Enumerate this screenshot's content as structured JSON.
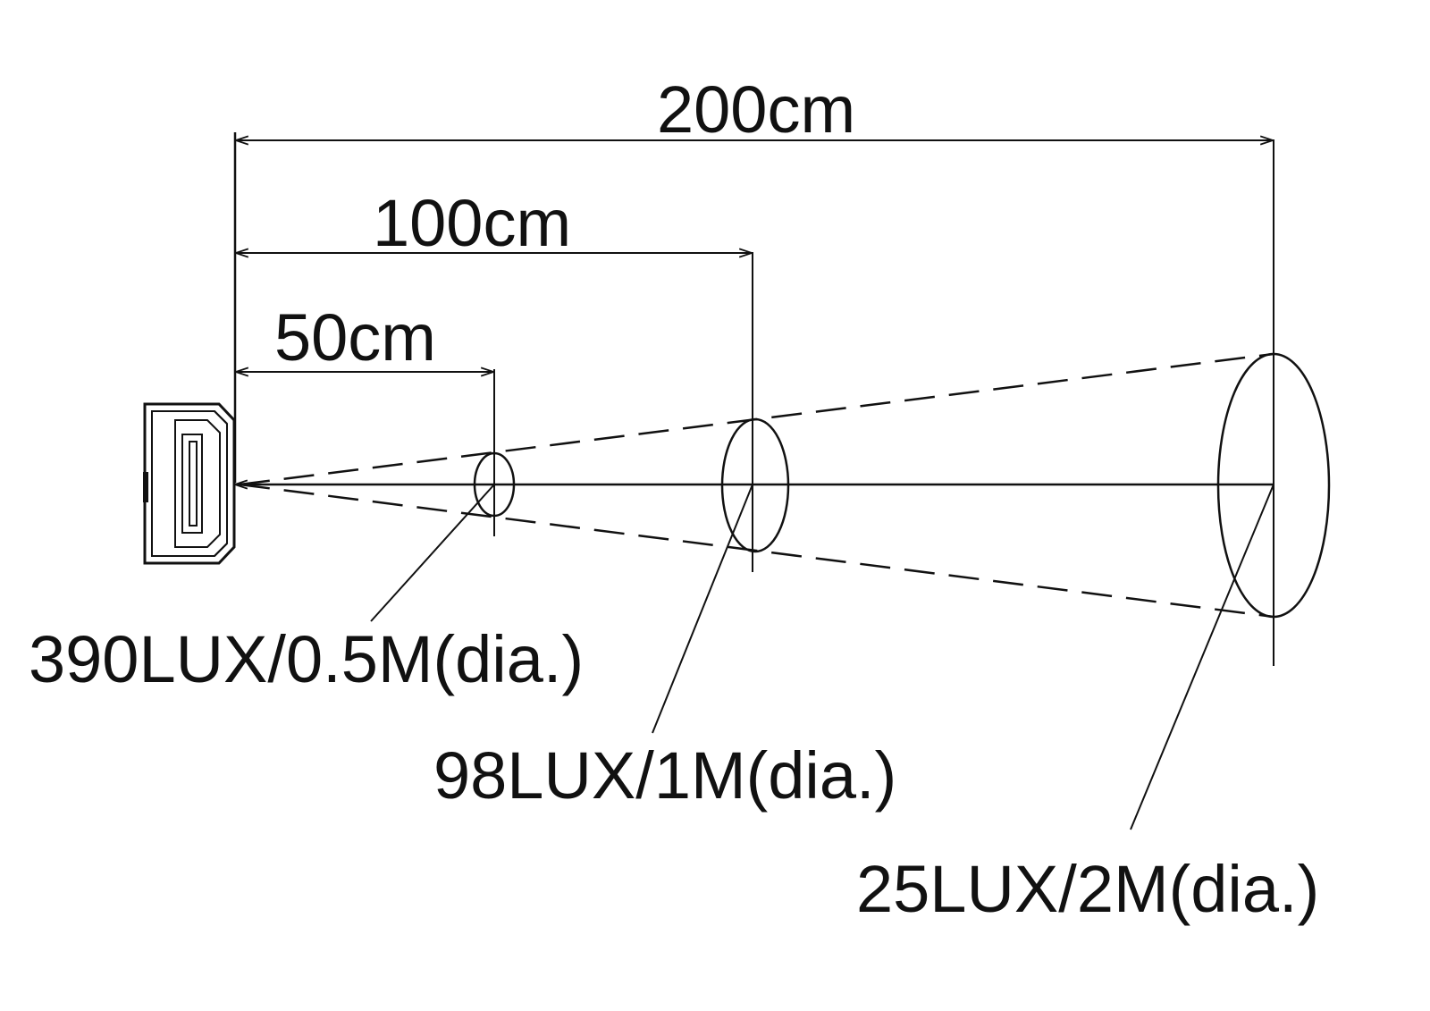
{
  "colors": {
    "line": "#111111",
    "background": "#ffffff"
  },
  "dimensions": [
    {
      "id": "d50",
      "label": "50cm"
    },
    {
      "id": "d100",
      "label": "100cm"
    },
    {
      "id": "d200",
      "label": "200cm"
    }
  ],
  "callouts": [
    {
      "id": "c05",
      "label": "390LUX/0.5M(dia.)"
    },
    {
      "id": "c1",
      "label": "98LUX/1M(dia.)"
    },
    {
      "id": "c2",
      "label": "25LUX/2M(dia.)"
    }
  ]
}
